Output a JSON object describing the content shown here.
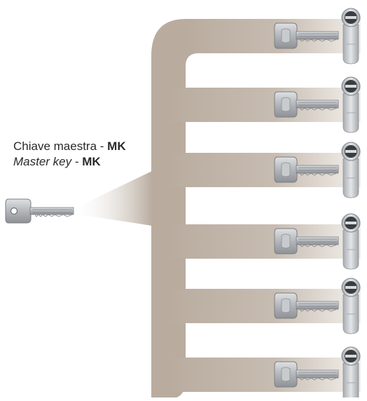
{
  "master_key_label": {
    "it_text": "Chiave maestra",
    "en_text": "Master key",
    "separator": " - ",
    "code": "MK"
  },
  "colors": {
    "band": "#b9ac9f",
    "band_fade": "#efebe6",
    "key_metal": "#b9bcbf",
    "key_dark": "#6f7276",
    "cylinder_metal": "#c9ccd0",
    "cylinder_dark": "#2f3236",
    "text": "#2a2a2a"
  },
  "diagram": {
    "description_icons": [
      "master-key-icon",
      "key-icon",
      "lock-cylinder-icon"
    ],
    "branch_count": 6
  }
}
